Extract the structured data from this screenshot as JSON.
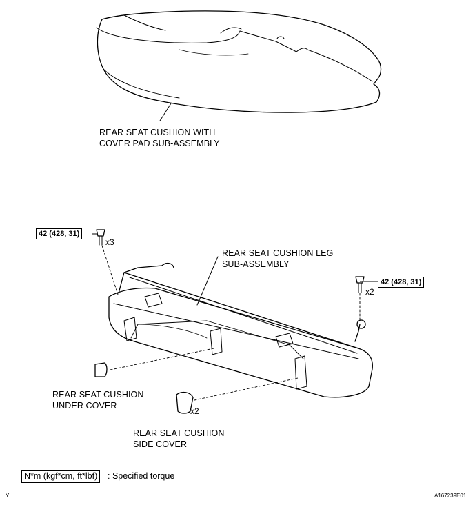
{
  "labels": {
    "cushion_pad_line1": "REAR SEAT CUSHION WITH",
    "cushion_pad_line2": "COVER PAD SUB-ASSEMBLY",
    "leg_line1": "REAR SEAT CUSHION LEG",
    "leg_line2": "SUB-ASSEMBLY",
    "under_cover_line1": "REAR SEAT CUSHION",
    "under_cover_line2": "UNDER COVER",
    "side_cover_line1": "REAR SEAT CUSHION",
    "side_cover_line2": "SIDE COVER"
  },
  "torque": {
    "left_value": "42 (428, 31)",
    "left_qty": "x3",
    "right_value": "42 (428, 31)",
    "right_qty": "x2",
    "side_cover_qty": "x2"
  },
  "legend": {
    "unit": "N*m (kgf*cm, ft*lbf)",
    "desc": ": Specified torque"
  },
  "corner": {
    "left": "Y",
    "right": "A167239E01"
  }
}
